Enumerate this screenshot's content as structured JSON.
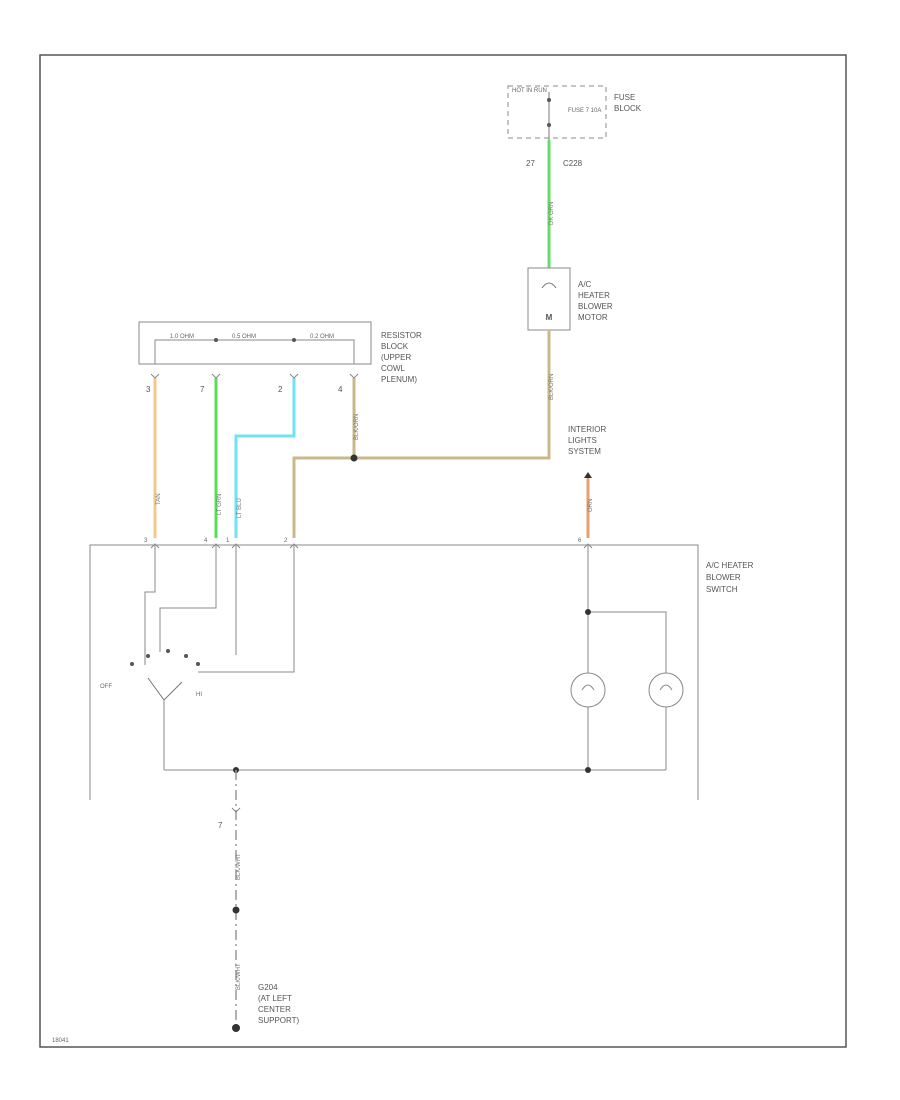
{
  "fuse_block": {
    "hot_label": "HOT IN RUN",
    "fuse_label": "FUSE 7 10A",
    "name_line1": "FUSE",
    "name_line2": "BLOCK",
    "pin": "27",
    "connector": "C228"
  },
  "blower_motor": {
    "line1": "A/C",
    "line2": "HEATER",
    "line3": "BLOWER",
    "line4": "MOTOR",
    "symbol": "M"
  },
  "resistor_block": {
    "line1": "RESISTOR",
    "line2": "BLOCK",
    "line3": "(UPPER",
    "line4": "COWL",
    "line5": "PLENUM)",
    "resistor_values": [
      "1.0 OHM",
      "0.5 OHM",
      "0.2 OHM"
    ],
    "pins": [
      "3",
      "7",
      "2",
      "4"
    ]
  },
  "interior_lights": {
    "line1": "INTERIOR",
    "line2": "LIGHTS",
    "line3": "SYSTEM"
  },
  "blower_switch": {
    "line1": "A/C HEATER",
    "line2": "BLOWER",
    "line3": "SWITCH",
    "off_label": "OFF",
    "hi_label": "HI",
    "pins": [
      "3",
      "4",
      "1",
      "2",
      "6"
    ]
  },
  "ground": {
    "pin": "7",
    "line1": "G204",
    "line2": "(AT LEFT",
    "line3": "CENTER",
    "line4": "SUPPORT)"
  },
  "wires": [
    {
      "color_name": "DK GRN",
      "hex": "#66dd66"
    },
    {
      "color_name": "BLK/ORN",
      "hex": "#c9b98a"
    },
    {
      "color_name": "TAN",
      "hex": "#f3c98a"
    },
    {
      "color_name": "LT GRN",
      "hex": "#55e055"
    },
    {
      "color_name": "LT BLU",
      "hex": "#6fe3ef"
    },
    {
      "color_name": "BLK/ORN",
      "hex": "#c9b98a"
    },
    {
      "color_name": "ORN",
      "hex": "#e8a070"
    },
    {
      "color_name": "BLK/WHT",
      "hex": "#999999"
    },
    {
      "color_name": "BLK/WHT",
      "hex": "#999999"
    }
  ],
  "figure_id": "18041"
}
